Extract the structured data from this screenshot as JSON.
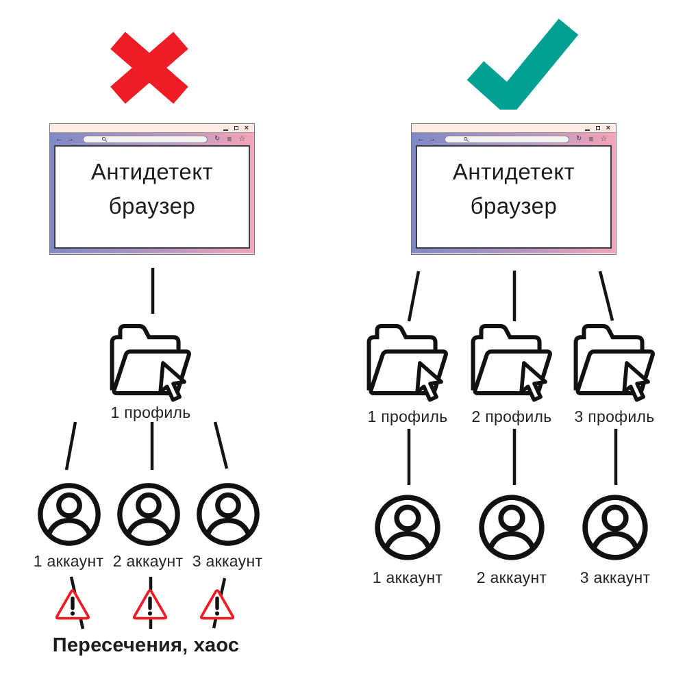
{
  "chrome": {
    "back_glyph": "←",
    "forward_glyph": "→",
    "refresh_glyph": "↻",
    "menu_glyph": "≡",
    "bookmark_glyph": "☆",
    "close_glyph": "×"
  },
  "left": {
    "browser": {
      "title_line1": "Антидетект",
      "title_line2": "браузер"
    },
    "profiles": [
      "1 профиль"
    ],
    "accounts": [
      "1 аккаунт",
      "2 аккаунт",
      "3 аккаунт"
    ],
    "caption": "Пересечения, хаос"
  },
  "right": {
    "browser": {
      "title_line1": "Антидетект",
      "title_line2": "браузер"
    },
    "profiles": [
      "1 профиль",
      "2 профиль",
      "3 профиль"
    ],
    "accounts": [
      "1 аккаунт",
      "2 аккаунт",
      "3 аккаунт"
    ]
  },
  "colors": {
    "cross_red": "#ee1c24",
    "check_teal": "#01a093",
    "warning_red": "#ee1c24",
    "frame_blue": "#7f89c7",
    "frame_pink": "#f3a6ba",
    "titlebar_cream": "#fdece4",
    "line_black": "#141414"
  }
}
